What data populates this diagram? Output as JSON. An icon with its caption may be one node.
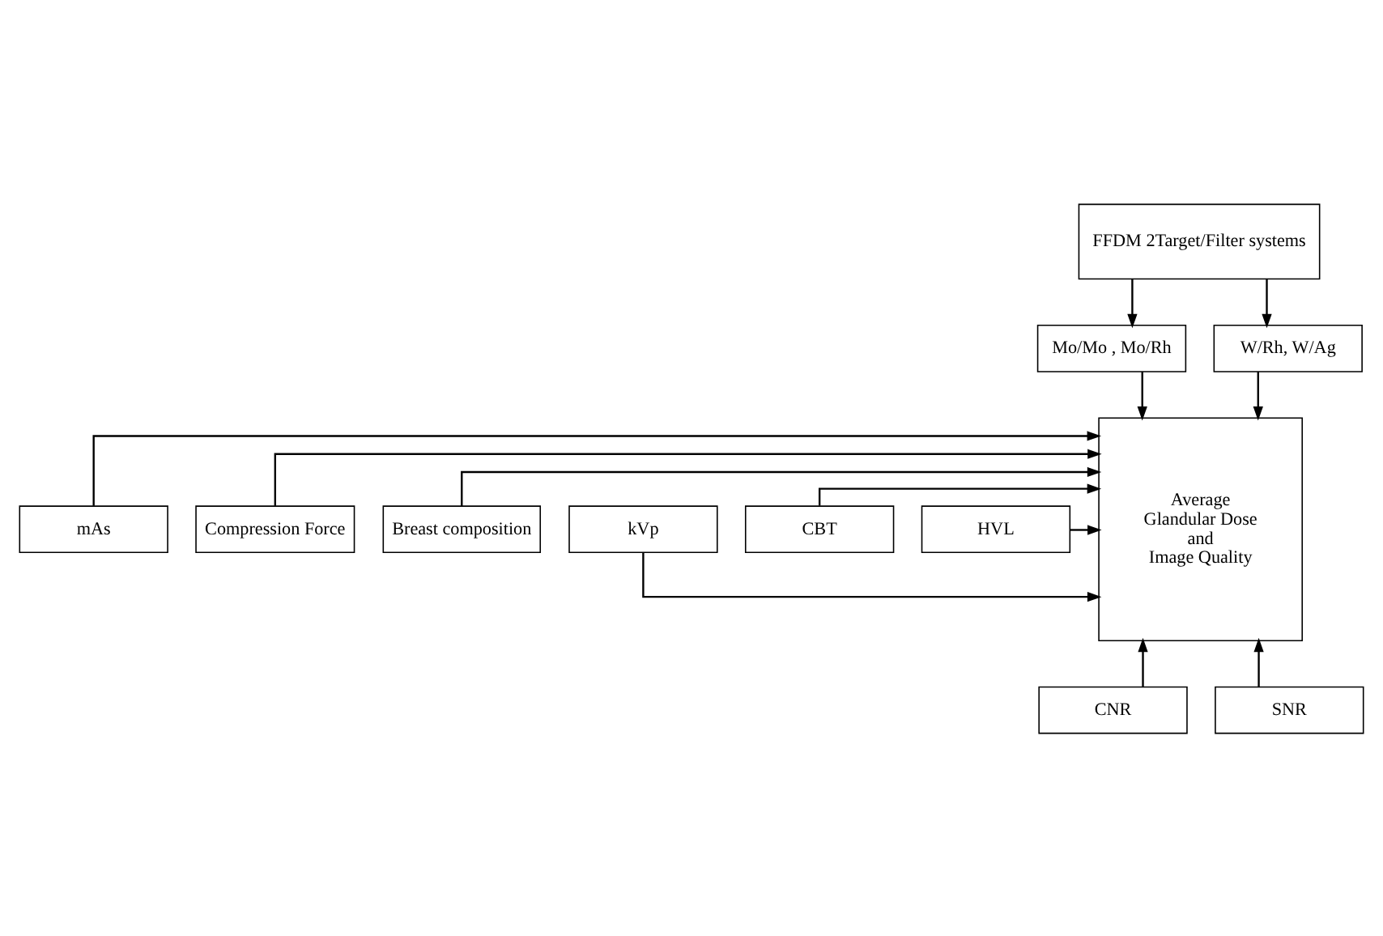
{
  "diagram": {
    "nodes": [
      {
        "text": [
          "FFDM 2Target/Filter systems"
        ]
      },
      {
        "text": [
          "Mo/Mo , Mo/Rh"
        ]
      },
      {
        "text": [
          "W/Rh, W/Ag"
        ]
      },
      {
        "text": [
          "Average Glandular Dose and Image Quality"
        ]
      },
      {
        "text": [
          "mAs"
        ]
      },
      {
        "text": [
          "Compression Force"
        ]
      },
      {
        "text": [
          "Breast composition"
        ]
      },
      {
        "text": [
          "kVp"
        ]
      },
      {
        "text": [
          "CBT"
        ]
      },
      {
        "text": [
          "HVL"
        ]
      },
      {
        "text": [
          "CNR"
        ]
      },
      {
        "text": [
          "SNR"
        ]
      }
    ],
    "edges": [
      {
        "from": 0,
        "to": 1,
        "arrow": "to"
      },
      {
        "from": 0,
        "to": 2,
        "arrow": "to"
      },
      {
        "from": 1,
        "to": 3,
        "arrow": "to"
      },
      {
        "from": 2,
        "to": 3,
        "arrow": "to"
      },
      {
        "from": 4,
        "to": 3,
        "arrow": "to"
      },
      {
        "from": 5,
        "to": 3,
        "arrow": "to"
      },
      {
        "from": 6,
        "to": 3,
        "arrow": "to"
      },
      {
        "from": 7,
        "to": 3,
        "arrow": "to"
      },
      {
        "from": 8,
        "to": 3,
        "arrow": "to"
      },
      {
        "from": 9,
        "to": 3,
        "arrow": "to"
      },
      {
        "from": 10,
        "to": 3,
        "arrow": "to"
      },
      {
        "from": 11,
        "to": 3,
        "arrow": "to"
      }
    ]
  }
}
